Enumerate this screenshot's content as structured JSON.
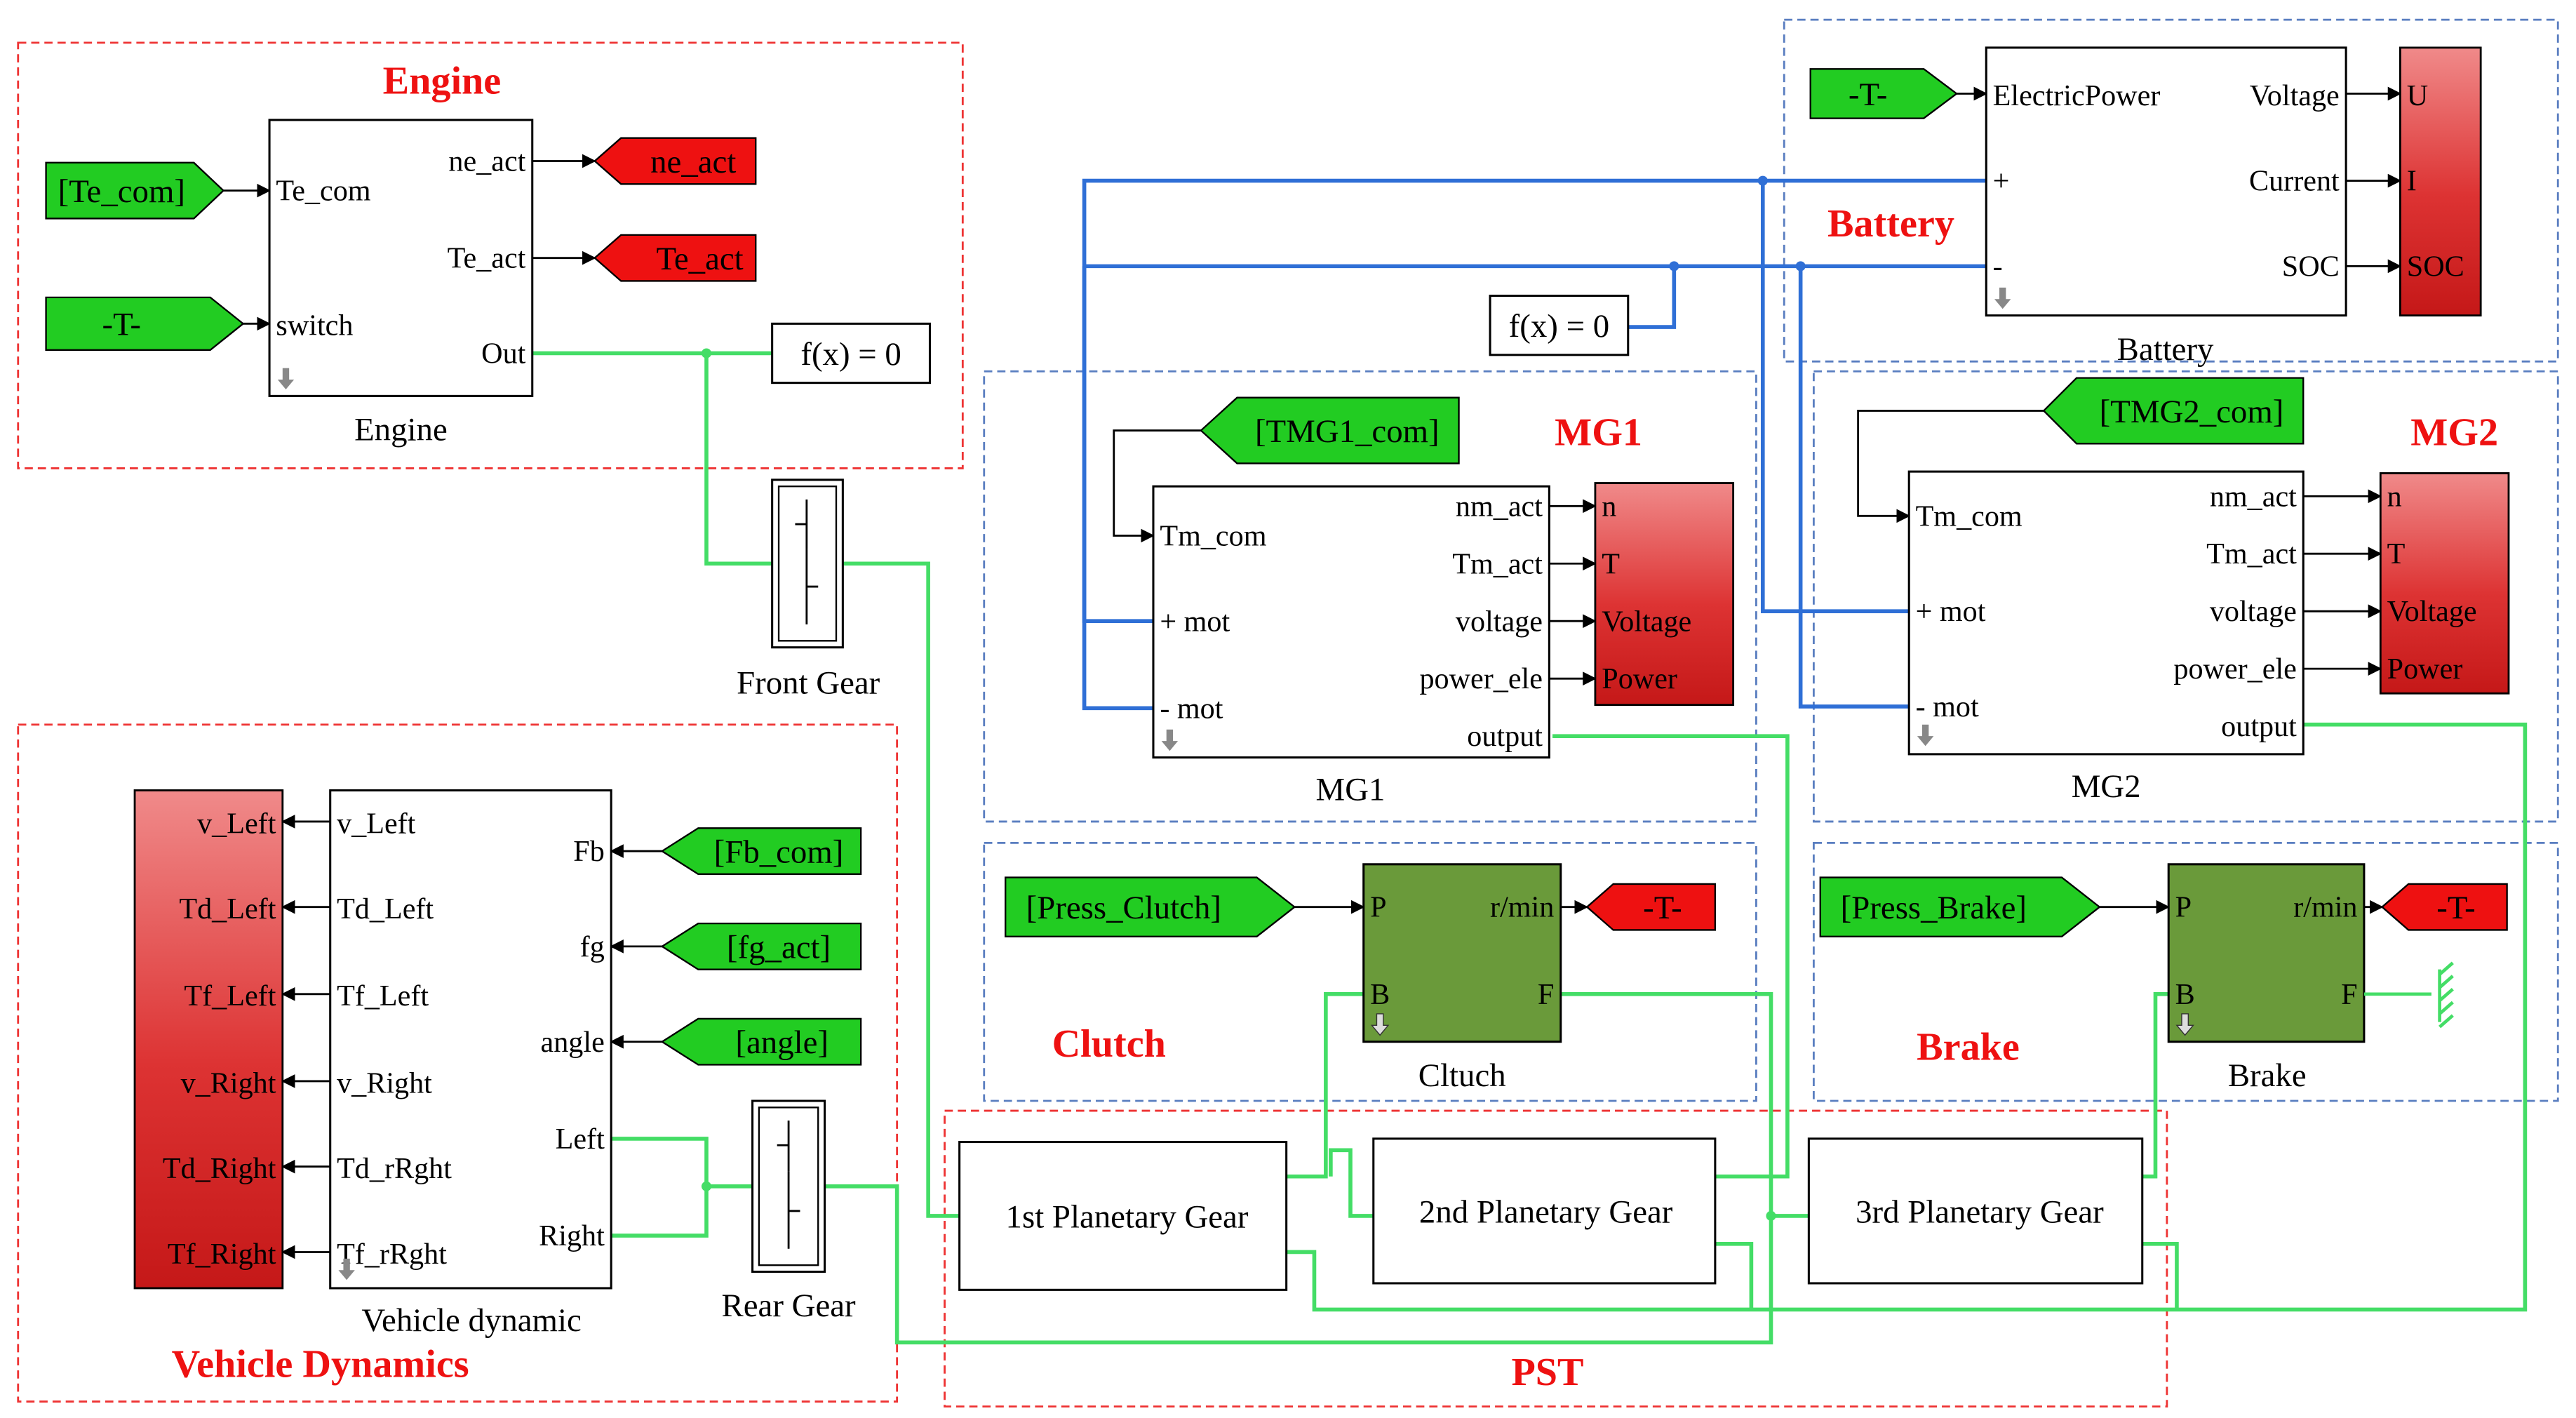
{
  "groups": {
    "engine": "Engine",
    "battery": "Battery",
    "mg1": "MG1",
    "mg2": "MG2",
    "clutch": "Clutch",
    "brake": "Brake",
    "vehicle": "Vehicle Dynamics",
    "pst": "PST"
  },
  "engine_block": {
    "name": "Engine",
    "in": [
      "Te_com",
      "switch"
    ],
    "out": [
      "ne_act",
      "Te_act",
      "Out"
    ]
  },
  "engine_tags": {
    "te_com": "[Te_com]",
    "t": "-T-",
    "ne_act": "ne_act",
    "te_act": "Te_act"
  },
  "fx": {
    "label": "f(x) = 0"
  },
  "battery_block": {
    "name": "Battery",
    "in": [
      "ElectricPower",
      "+",
      "-"
    ],
    "out": [
      "Voltage",
      "Current",
      "SOC"
    ]
  },
  "battery_tags": {
    "t": "-T-"
  },
  "battery_scope": [
    "U",
    "I",
    "SOC"
  ],
  "mg1_block": {
    "name": "MG1",
    "in": [
      "Tm_com",
      "+ mot",
      "- mot"
    ],
    "out": [
      "nm_act",
      "Tm_act",
      "voltage",
      "power_ele",
      "output"
    ]
  },
  "mg1_tag": "[TMG1_com]",
  "mg2_block": {
    "name": "MG2",
    "in": [
      "Tm_com",
      "+ mot",
      "- mot"
    ],
    "out": [
      "nm_act",
      "Tm_act",
      "voltage",
      "power_ele",
      "output"
    ]
  },
  "mg2_tag": "[TMG2_com]",
  "motor_scope": [
    "n",
    "T",
    "Voltage",
    "Power"
  ],
  "clutch_block": {
    "name": "Cltuch",
    "in": [
      "P",
      "B"
    ],
    "out": [
      "r/min",
      "F"
    ]
  },
  "clutch_tags": {
    "press": "[Press_Clutch]",
    "t": "-T-"
  },
  "brake_block": {
    "name": "Brake",
    "in": [
      "P",
      "B"
    ],
    "out": [
      "r/min",
      "F"
    ]
  },
  "brake_tags": {
    "press": "[Press_Brake]",
    "t": "-T-"
  },
  "vehicle_block": {
    "name": "Vehicle dynamic",
    "left": [
      "v_Left",
      "Td_Left",
      "Tf_Left",
      "v_Right",
      "Td_rRght",
      "Tf_rRght"
    ],
    "right": [
      "Fb",
      "fg",
      "angle",
      "Left",
      "Right"
    ]
  },
  "vehicle_scope": [
    "v_Left",
    "Td_Left",
    "Tf_Left",
    "v_Right",
    "Td_Right",
    "Tf_Right"
  ],
  "vehicle_tags": {
    "fb": "[Fb_com]",
    "fg": "[fg_act]",
    "angle": "[angle]"
  },
  "gears": {
    "front": "Front Gear",
    "rear": "Rear Gear"
  },
  "planetary": [
    "1st Planetary Gear",
    "2nd Planetary Gear",
    "3rd Planetary Gear"
  ],
  "colors": {
    "green_tag": "#22cc22",
    "red_tag": "#ee1111",
    "scope_red": "#d92b2b",
    "olive": "#6a9a3a",
    "blue_wire": "#2f6fd6",
    "green_wire": "#44dd66",
    "title_red": "#ee1111"
  }
}
